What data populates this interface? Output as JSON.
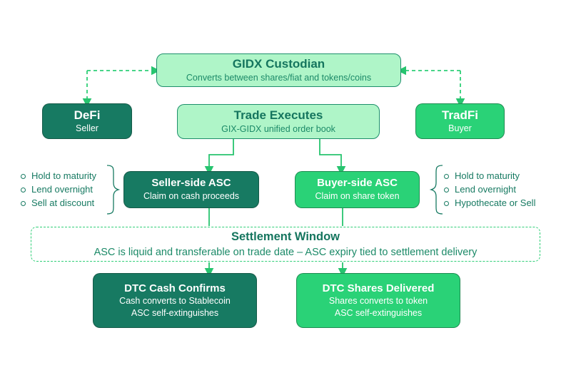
{
  "colors": {
    "dark_teal": "#177a62",
    "bright_green": "#2ad277",
    "light_green": "#aff5c8",
    "border_green": "#1d8f6b",
    "line_green": "#27c46f",
    "dashed_green": "#2fcf77",
    "text_teal": "#1c8a68"
  },
  "boxes": {
    "gidx": {
      "title": "GIDX Custodian",
      "subtitle": "Converts between shares/fiat and tokens/coins"
    },
    "defi": {
      "title": "DeFi",
      "subtitle": "Seller"
    },
    "trade": {
      "title": "Trade Executes",
      "subtitle": "GIX-GIDX unified order book"
    },
    "tradfi": {
      "title": "TradFi",
      "subtitle": "Buyer"
    },
    "seller_asc": {
      "title": "Seller-side ASC",
      "subtitle": "Claim on cash proceeds"
    },
    "buyer_asc": {
      "title": "Buyer-side ASC",
      "subtitle": "Claim on share token"
    },
    "settlement": {
      "title": "Settlement Window",
      "subtitle": "ASC is liquid and transferable on trade date – ASC expiry tied to settlement delivery"
    },
    "dtc_cash": {
      "title": "DTC Cash Confirms",
      "line1": "Cash converts to Stablecoin",
      "line2": "ASC self-extinguishes"
    },
    "dtc_shares": {
      "title": "DTC Shares Delivered",
      "line1": "Shares converts to token",
      "line2": "ASC self-extinguishes"
    }
  },
  "lists": {
    "seller_options": {
      "items": [
        "Hold to maturity",
        "Lend overnight",
        "Sell at discount"
      ]
    },
    "buyer_options": {
      "items": [
        "Hold to maturity",
        "Lend overnight",
        "Hypothecate or Sell"
      ]
    }
  }
}
